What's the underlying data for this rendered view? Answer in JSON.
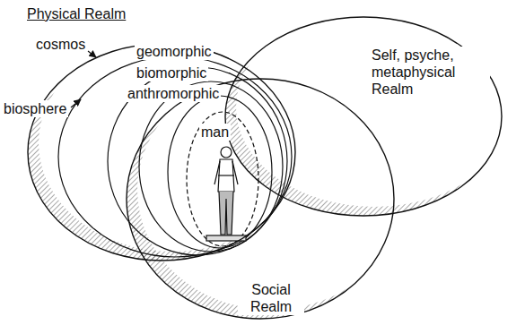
{
  "diagram": {
    "nodes": [
      {
        "text": [
          "Physical Realm"
        ]
      },
      {
        "text": [
          "Self, psyche, metaphysical Realm"
        ]
      },
      {
        "text": [
          "Social Realm"
        ]
      }
    ],
    "labels": [
      "cosmos",
      "geomorphic",
      "biomorphic",
      "anthromorphic",
      "biosphere",
      "man"
    ]
  }
}
